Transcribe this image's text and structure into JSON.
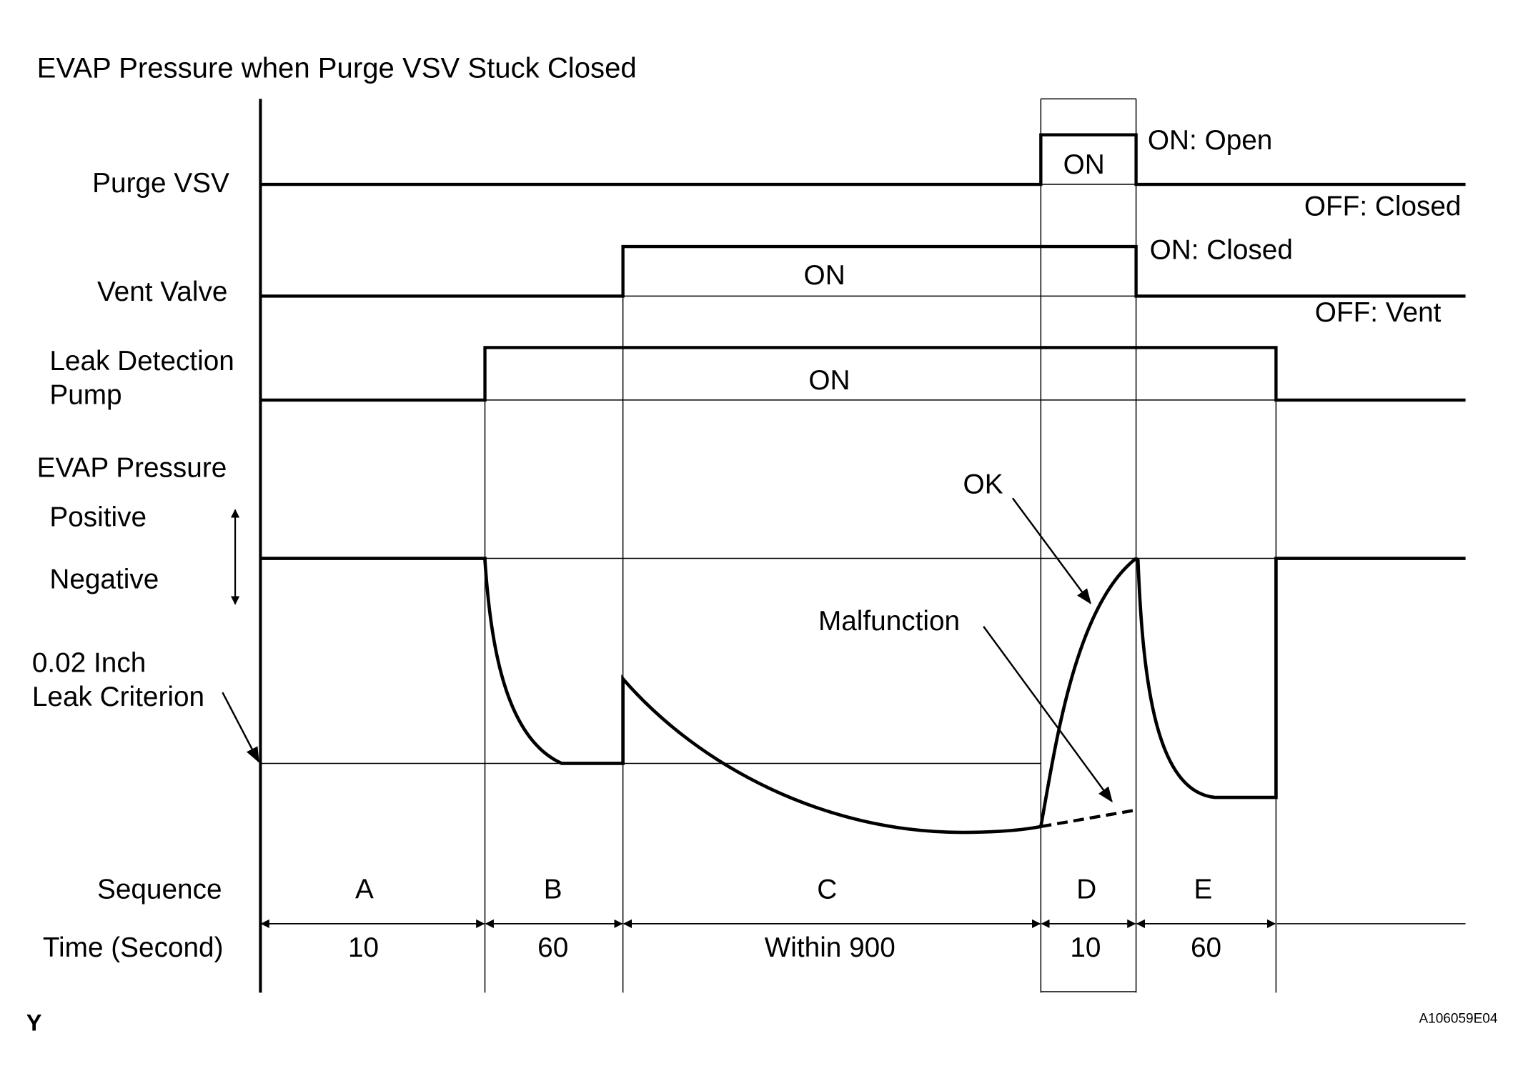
{
  "title": "EVAP Pressure when Purge VSV Stuck Closed",
  "rows": {
    "purge_vsv": "Purge VSV",
    "vent_valve": "Vent Valve",
    "leak_pump_line1": "Leak Detection",
    "leak_pump_line2": "Pump",
    "evap_pressure": "EVAP Pressure",
    "positive": "Positive",
    "negative": "Negative",
    "criterion_line1": "0.02 Inch",
    "criterion_line2": "Leak Criterion",
    "sequence": "Sequence",
    "time": "Time (Second)"
  },
  "signal_labels": {
    "purge_on": "ON",
    "purge_on_state": "ON: Open",
    "purge_off_state": "OFF: Closed",
    "vent_on": "ON",
    "vent_on_state": "ON: Closed",
    "vent_off_state": "OFF: Vent",
    "pump_on": "ON"
  },
  "curve_labels": {
    "ok": "OK",
    "malfunction": "Malfunction"
  },
  "sequences": [
    {
      "name": "A",
      "time": "10"
    },
    {
      "name": "B",
      "time": "60"
    },
    {
      "name": "C",
      "time": "Within 900"
    },
    {
      "name": "D",
      "time": "10"
    },
    {
      "name": "E",
      "time": "60"
    }
  ],
  "footer": {
    "left_mark": "Y",
    "figure_id": "A106059E04"
  }
}
